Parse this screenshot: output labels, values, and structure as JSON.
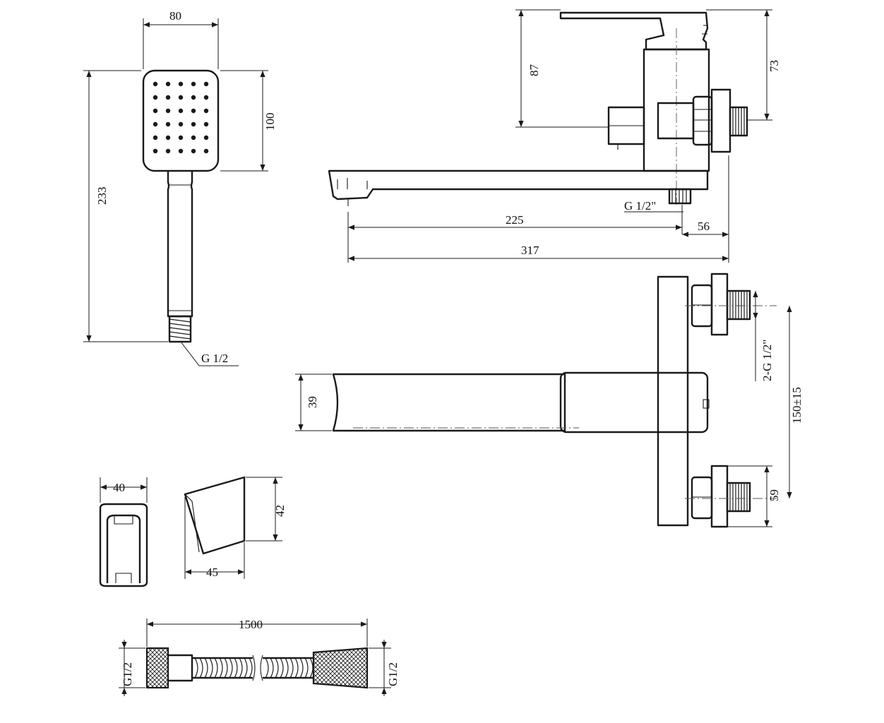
{
  "hand_shower": {
    "width_label": "80",
    "head_height_label": "100",
    "total_height_label": "233",
    "thread_label": "G 1/2"
  },
  "mixer_side": {
    "height_left_label": "87",
    "height_right_label": "73",
    "thread_label": "G 1/2\"",
    "spout_reach_label": "225",
    "wall_offset_label": "56",
    "total_length_label": "317"
  },
  "mixer_top": {
    "inlets_label": "2-G 1/2\"",
    "centers_label": "150±15",
    "inlet_offset_label": "59",
    "spout_width_label": "39"
  },
  "holder": {
    "width_label": "40",
    "height_label": "42",
    "depth_label": "45"
  },
  "hose": {
    "length_label": "1500",
    "left_thread_label": "G1/2",
    "right_thread_label": "G1/2"
  }
}
